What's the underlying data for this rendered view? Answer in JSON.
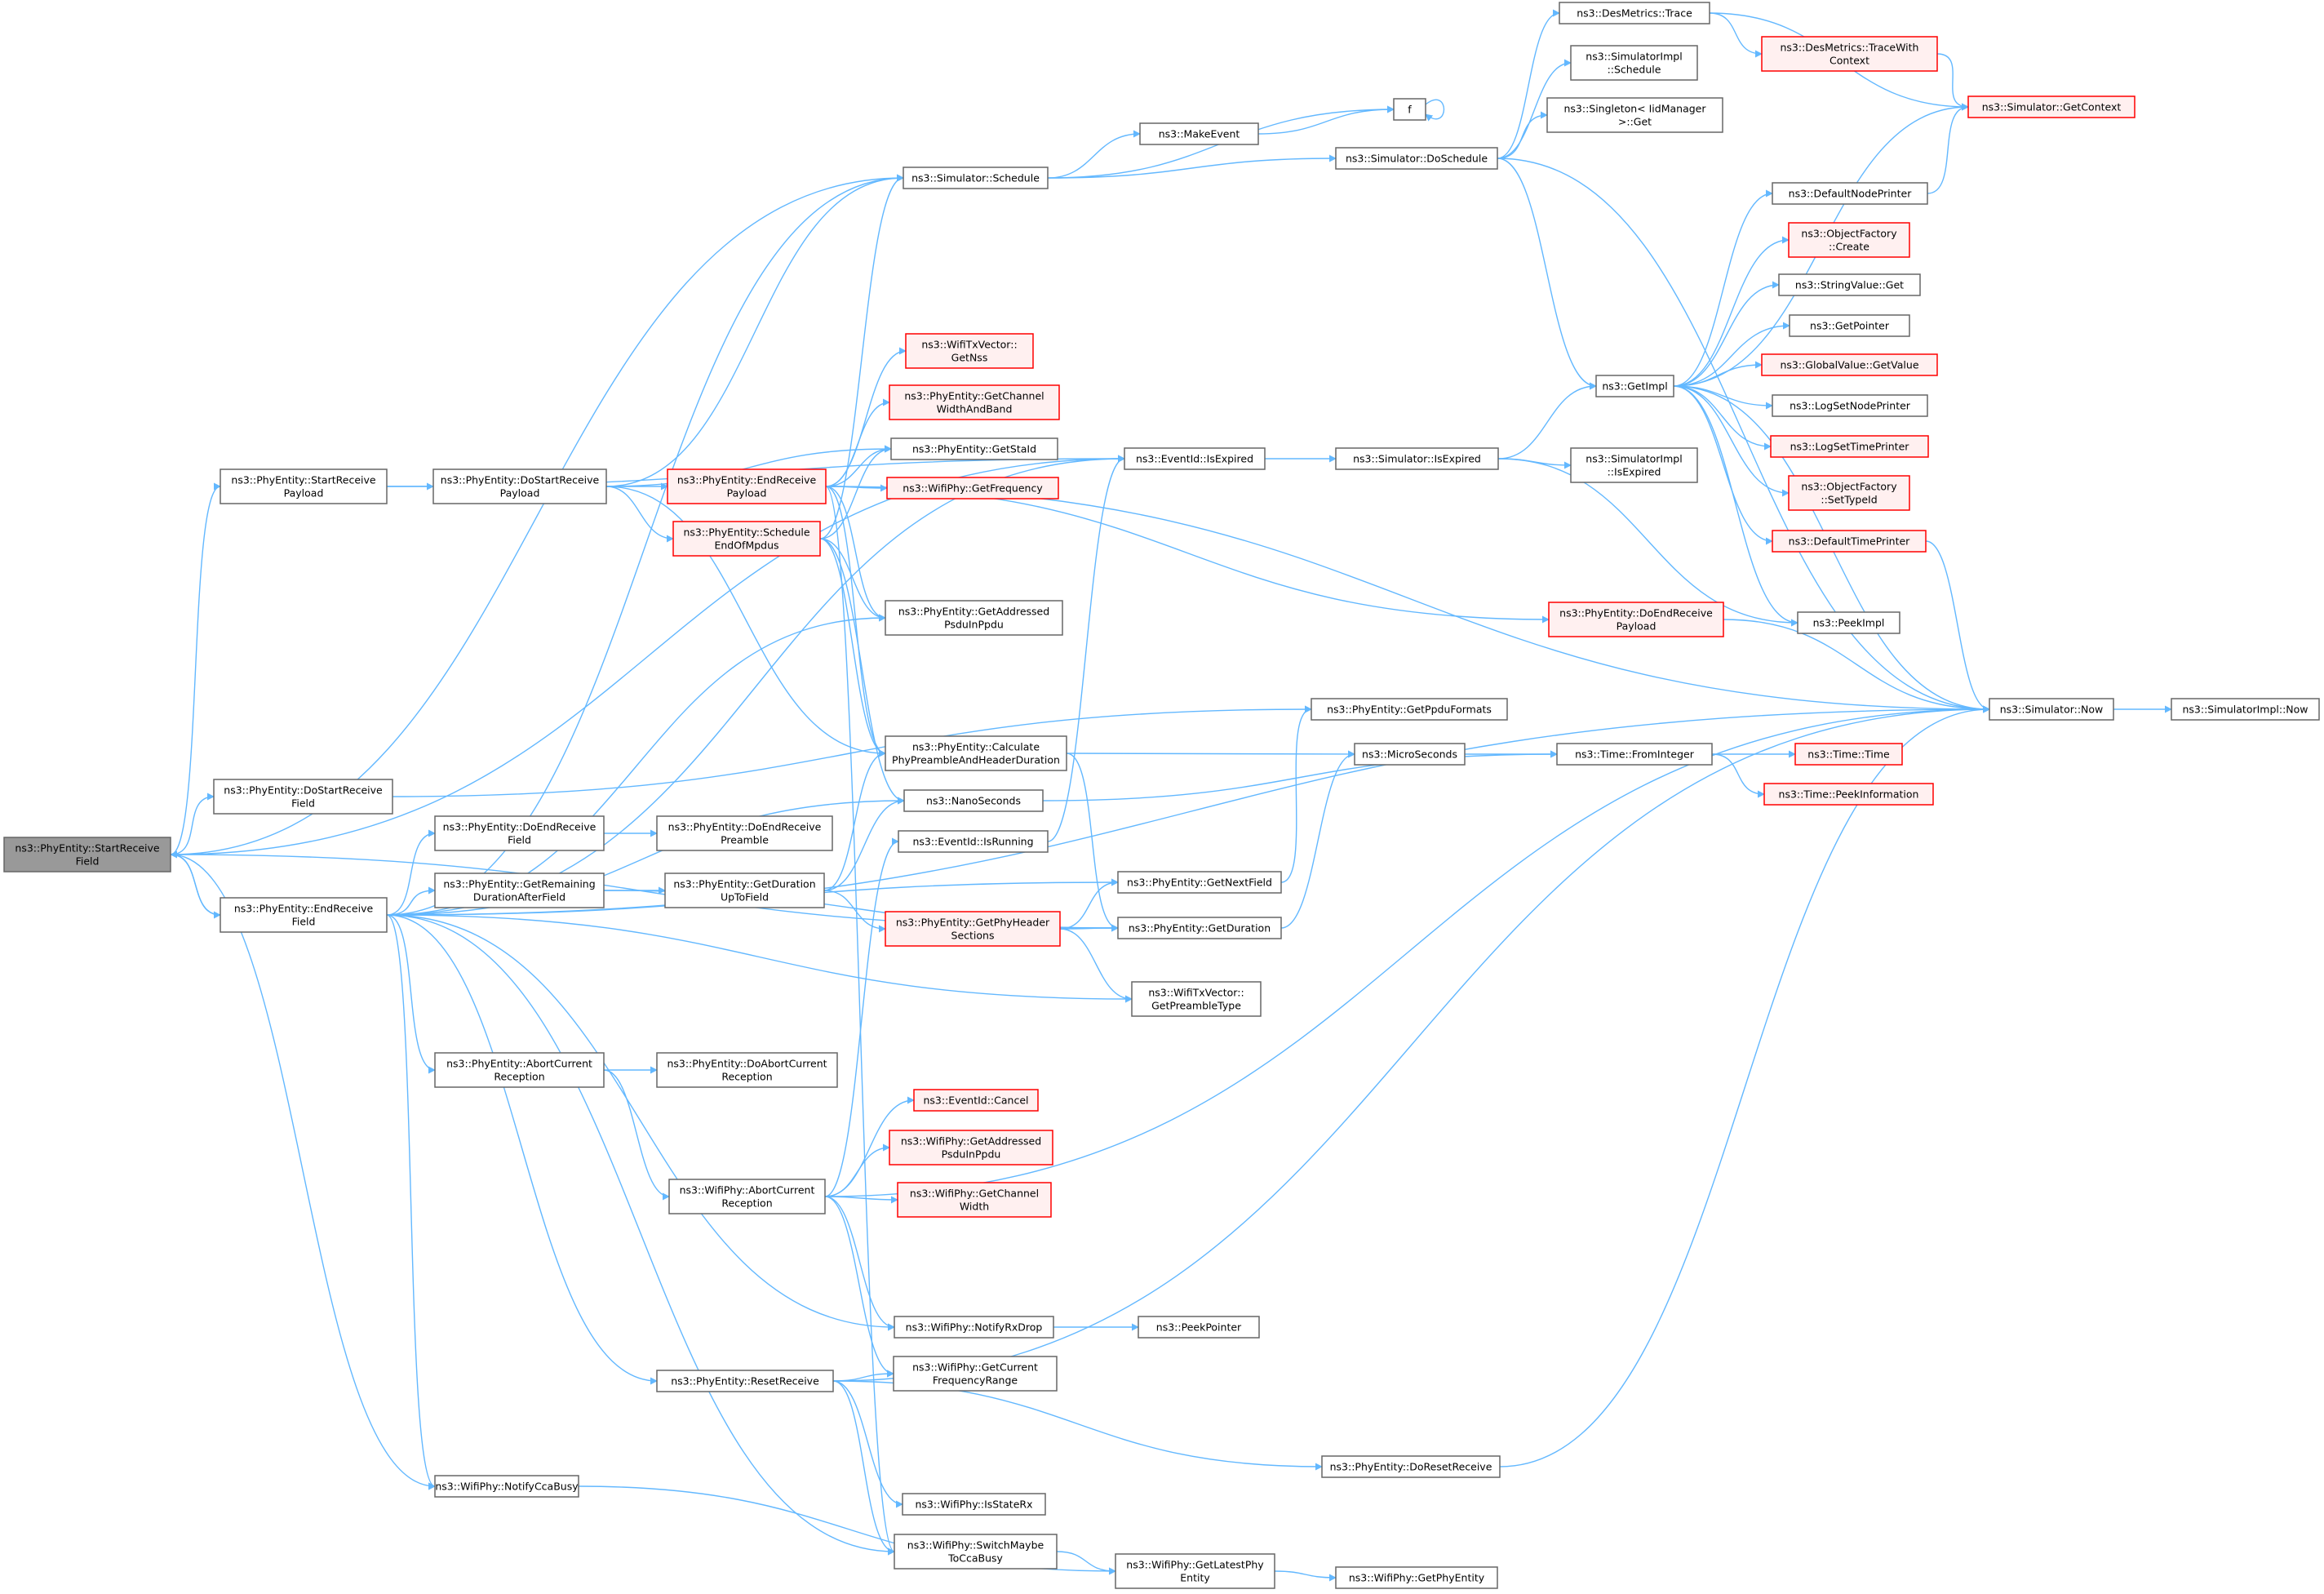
{
  "colors": {
    "edge": "#63b8ff",
    "node_border": "#666666",
    "node_fill": "#ffffff",
    "partial_border": "#ff0000",
    "partial_fill": "#fff0f0",
    "root_fill": "#999999",
    "text": "#000000"
  },
  "nodes": [
    {
      "id": "start_receive_field",
      "lines": [
        "ns3::PhyEntity::StartReceive",
        "Field"
      ],
      "style": "root"
    },
    {
      "id": "start_receive_payload",
      "lines": [
        "ns3::PhyEntity::StartReceive",
        "Payload"
      ],
      "style": "normal"
    },
    {
      "id": "do_start_receive_field",
      "lines": [
        "ns3::PhyEntity::DoStartReceive",
        "Field"
      ],
      "style": "normal"
    },
    {
      "id": "end_receive_field",
      "lines": [
        "ns3::PhyEntity::EndReceive",
        "Field"
      ],
      "style": "normal"
    },
    {
      "id": "notify_cca_busy",
      "lines": [
        "ns3::WifiPhy::NotifyCcaBusy"
      ],
      "style": "normal"
    },
    {
      "id": "do_start_receive_payload",
      "lines": [
        "ns3::PhyEntity::DoStartReceive",
        "Payload"
      ],
      "style": "normal"
    },
    {
      "id": "do_end_receive_field",
      "lines": [
        "ns3::PhyEntity::DoEndReceive",
        "Field"
      ],
      "style": "normal"
    },
    {
      "id": "get_remaining_duration",
      "lines": [
        "ns3::PhyEntity::GetRemaining",
        "DurationAfterField"
      ],
      "style": "normal"
    },
    {
      "id": "abort_current_reception_pe",
      "lines": [
        "ns3::PhyEntity::AbortCurrent",
        "Reception"
      ],
      "style": "normal"
    },
    {
      "id": "reset_receive",
      "lines": [
        "ns3::PhyEntity::ResetReceive"
      ],
      "style": "normal"
    },
    {
      "id": "do_end_receive_preamble",
      "lines": [
        "ns3::PhyEntity::DoEndReceive",
        "Preamble"
      ],
      "style": "normal"
    },
    {
      "id": "get_duration_up_to_field",
      "lines": [
        "ns3::PhyEntity::GetDuration",
        "UpToField"
      ],
      "style": "normal"
    },
    {
      "id": "do_abort_current_reception",
      "lines": [
        "ns3::PhyEntity::DoAbortCurrent",
        "Reception"
      ],
      "style": "normal"
    },
    {
      "id": "abort_current_reception_wp",
      "lines": [
        "ns3::WifiPhy::AbortCurrent",
        "Reception"
      ],
      "style": "normal"
    },
    {
      "id": "end_receive_payload",
      "lines": [
        "ns3::PhyEntity::EndReceive",
        "Payload"
      ],
      "style": "partial"
    },
    {
      "id": "schedule_end_of_mpdus",
      "lines": [
        "ns3::PhyEntity::Schedule",
        "EndOfMpdus"
      ],
      "style": "partial"
    },
    {
      "id": "get_nss",
      "lines": [
        "ns3::WifiTxVector::",
        "GetNss"
      ],
      "style": "partial"
    },
    {
      "id": "get_channel_width_and_band",
      "lines": [
        "ns3::PhyEntity::GetChannel",
        "WidthAndBand"
      ],
      "style": "partial"
    },
    {
      "id": "get_sta_id",
      "lines": [
        "ns3::PhyEntity::GetStaId"
      ],
      "style": "normal"
    },
    {
      "id": "get_frequency",
      "lines": [
        "ns3::WifiPhy::GetFrequency"
      ],
      "style": "partial"
    },
    {
      "id": "get_addressed_psdu_pe",
      "lines": [
        "ns3::PhyEntity::GetAddressed",
        "PsduInPpdu"
      ],
      "style": "normal"
    },
    {
      "id": "calculate_phy_preamble",
      "lines": [
        "ns3::PhyEntity::Calculate",
        "PhyPreambleAndHeaderDuration"
      ],
      "style": "normal"
    },
    {
      "id": "nano_seconds",
      "lines": [
        "ns3::NanoSeconds"
      ],
      "style": "normal"
    },
    {
      "id": "event_is_running",
      "lines": [
        "ns3::EventId::IsRunning"
      ],
      "style": "normal"
    },
    {
      "id": "get_phy_header_sections",
      "lines": [
        "ns3::PhyEntity::GetPhyHeader",
        "Sections"
      ],
      "style": "partial"
    },
    {
      "id": "event_cancel",
      "lines": [
        "ns3::EventId::Cancel"
      ],
      "style": "partial"
    },
    {
      "id": "get_addressed_psdu_wp",
      "lines": [
        "ns3::WifiPhy::GetAddressed",
        "PsduInPpdu"
      ],
      "style": "partial"
    },
    {
      "id": "get_channel_width",
      "lines": [
        "ns3::WifiPhy::GetChannel",
        "Width"
      ],
      "style": "partial"
    },
    {
      "id": "notify_rx_drop",
      "lines": [
        "ns3::WifiPhy::NotifyRxDrop"
      ],
      "style": "normal"
    },
    {
      "id": "get_current_frequency_range",
      "lines": [
        "ns3::WifiPhy::GetCurrent",
        "FrequencyRange"
      ],
      "style": "normal"
    },
    {
      "id": "is_state_rx",
      "lines": [
        "ns3::WifiPhy::IsStateRx"
      ],
      "style": "normal"
    },
    {
      "id": "switch_maybe_to_cca_busy",
      "lines": [
        "ns3::WifiPhy::SwitchMaybe",
        "ToCcaBusy"
      ],
      "style": "normal"
    },
    {
      "id": "simulator_schedule",
      "lines": [
        "ns3::Simulator::Schedule"
      ],
      "style": "normal"
    },
    {
      "id": "event_is_expired",
      "lines": [
        "ns3::EventId::IsExpired"
      ],
      "style": "normal"
    },
    {
      "id": "get_next_field",
      "lines": [
        "ns3::PhyEntity::GetNextField"
      ],
      "style": "normal"
    },
    {
      "id": "get_duration",
      "lines": [
        "ns3::PhyEntity::GetDuration"
      ],
      "style": "normal"
    },
    {
      "id": "get_preamble_type",
      "lines": [
        "ns3::WifiTxVector::",
        "GetPreambleType"
      ],
      "style": "normal"
    },
    {
      "id": "peek_pointer",
      "lines": [
        "ns3::PeekPointer"
      ],
      "style": "normal"
    },
    {
      "id": "get_latest_phy_entity",
      "lines": [
        "ns3::WifiPhy::GetLatestPhy",
        "Entity"
      ],
      "style": "normal"
    },
    {
      "id": "make_event",
      "lines": [
        "ns3::MakeEvent"
      ],
      "style": "normal"
    },
    {
      "id": "f",
      "lines": [
        "f"
      ],
      "style": "normal"
    },
    {
      "id": "simulator_do_schedule",
      "lines": [
        "ns3::Simulator::DoSchedule"
      ],
      "style": "normal"
    },
    {
      "id": "simulator_is_expired",
      "lines": [
        "ns3::Simulator::IsExpired"
      ],
      "style": "normal"
    },
    {
      "id": "do_end_receive_payload",
      "lines": [
        "ns3::PhyEntity::DoEndReceive",
        "Payload"
      ],
      "style": "partial"
    },
    {
      "id": "get_ppdu_formats",
      "lines": [
        "ns3::PhyEntity::GetPpduFormats"
      ],
      "style": "normal"
    },
    {
      "id": "micro_seconds",
      "lines": [
        "ns3::MicroSeconds"
      ],
      "style": "normal"
    },
    {
      "id": "do_reset_receive",
      "lines": [
        "ns3::PhyEntity::DoResetReceive"
      ],
      "style": "normal"
    },
    {
      "id": "get_phy_entity",
      "lines": [
        "ns3::WifiPhy::GetPhyEntity"
      ],
      "style": "normal"
    },
    {
      "id": "des_metrics_trace",
      "lines": [
        "ns3::DesMetrics::Trace"
      ],
      "style": "normal"
    },
    {
      "id": "simulator_impl_schedule",
      "lines": [
        "ns3::SimulatorImpl",
        "::Schedule"
      ],
      "style": "normal"
    },
    {
      "id": "singleton_get",
      "lines": [
        "ns3::Singleton< IidManager",
        ">::Get"
      ],
      "style": "normal"
    },
    {
      "id": "get_impl",
      "lines": [
        "ns3::GetImpl"
      ],
      "style": "normal"
    },
    {
      "id": "simulator_impl_is_expired",
      "lines": [
        "ns3::SimulatorImpl",
        "::IsExpired"
      ],
      "style": "normal"
    },
    {
      "id": "time_from_integer",
      "lines": [
        "ns3::Time::FromInteger"
      ],
      "style": "normal"
    },
    {
      "id": "des_metrics_trace_with_context",
      "lines": [
        "ns3::DesMetrics::TraceWith",
        "Context"
      ],
      "style": "partial"
    },
    {
      "id": "default_node_printer",
      "lines": [
        "ns3::DefaultNodePrinter"
      ],
      "style": "normal"
    },
    {
      "id": "object_factory_create",
      "lines": [
        "ns3::ObjectFactory",
        "::Create"
      ],
      "style": "partial"
    },
    {
      "id": "string_value_get",
      "lines": [
        "ns3::StringValue::Get"
      ],
      "style": "normal"
    },
    {
      "id": "get_pointer",
      "lines": [
        "ns3::GetPointer"
      ],
      "style": "normal"
    },
    {
      "id": "global_value_get_value",
      "lines": [
        "ns3::GlobalValue::GetValue"
      ],
      "style": "partial"
    },
    {
      "id": "log_set_node_printer",
      "lines": [
        "ns3::LogSetNodePrinter"
      ],
      "style": "normal"
    },
    {
      "id": "log_set_time_printer",
      "lines": [
        "ns3::LogSetTimePrinter"
      ],
      "style": "partial"
    },
    {
      "id": "object_factory_set_type_id",
      "lines": [
        "ns3::ObjectFactory",
        "::SetTypeId"
      ],
      "style": "partial"
    },
    {
      "id": "default_time_printer",
      "lines": [
        "ns3::DefaultTimePrinter"
      ],
      "style": "partial"
    },
    {
      "id": "peek_impl",
      "lines": [
        "ns3::PeekImpl"
      ],
      "style": "normal"
    },
    {
      "id": "time_time",
      "lines": [
        "ns3::Time::Time"
      ],
      "style": "partial"
    },
    {
      "id": "time_peek_information",
      "lines": [
        "ns3::Time::PeekInformation"
      ],
      "style": "partial"
    },
    {
      "id": "simulator_get_context",
      "lines": [
        "ns3::Simulator::GetContext"
      ],
      "style": "partial"
    },
    {
      "id": "simulator_now",
      "lines": [
        "ns3::Simulator::Now"
      ],
      "style": "normal"
    },
    {
      "id": "simulator_impl_now",
      "lines": [
        "ns3::SimulatorImpl::Now"
      ],
      "style": "normal"
    }
  ],
  "edges": [
    [
      "start_receive_field",
      "start_receive_payload"
    ],
    [
      "start_receive_field",
      "do_start_receive_field"
    ],
    [
      "start_receive_field",
      "end_receive_field"
    ],
    [
      "start_receive_field",
      "notify_cca_busy"
    ],
    [
      "start_receive_field",
      "simulator_schedule"
    ],
    [
      "start_receive_field",
      "event_is_expired"
    ],
    [
      "start_receive_field",
      "get_duration"
    ],
    [
      "start_receive_payload",
      "do_start_receive_payload"
    ],
    [
      "start_receive_payload",
      "event_is_expired"
    ],
    [
      "do_start_receive_field",
      "get_ppdu_formats"
    ],
    [
      "end_receive_field",
      "start_receive_field"
    ],
    [
      "end_receive_field",
      "do_end_receive_field"
    ],
    [
      "end_receive_field",
      "get_remaining_duration"
    ],
    [
      "end_receive_field",
      "abort_current_reception_pe"
    ],
    [
      "end_receive_field",
      "reset_receive"
    ],
    [
      "end_receive_field",
      "notify_cca_busy"
    ],
    [
      "end_receive_field",
      "simulator_schedule"
    ],
    [
      "end_receive_field",
      "event_is_expired"
    ],
    [
      "end_receive_field",
      "get_addressed_psdu_pe"
    ],
    [
      "end_receive_field",
      "nano_seconds"
    ],
    [
      "end_receive_field",
      "get_next_field"
    ],
    [
      "end_receive_field",
      "get_preamble_type"
    ],
    [
      "end_receive_field",
      "notify_rx_drop"
    ],
    [
      "end_receive_field",
      "switch_maybe_to_cca_busy"
    ],
    [
      "end_receive_field",
      "simulator_now"
    ],
    [
      "do_start_receive_payload",
      "end_receive_payload"
    ],
    [
      "do_start_receive_payload",
      "schedule_end_of_mpdus"
    ],
    [
      "do_start_receive_payload",
      "get_sta_id"
    ],
    [
      "do_start_receive_payload",
      "simulator_schedule"
    ],
    [
      "do_start_receive_payload",
      "calculate_phy_preamble"
    ],
    [
      "do_end_receive_field",
      "do_end_receive_preamble"
    ],
    [
      "get_remaining_duration",
      "get_duration_up_to_field"
    ],
    [
      "get_remaining_duration",
      "get_duration"
    ],
    [
      "get_duration_up_to_field",
      "calculate_phy_preamble"
    ],
    [
      "get_duration_up_to_field",
      "nano_seconds"
    ],
    [
      "get_duration_up_to_field",
      "get_phy_header_sections"
    ],
    [
      "abort_current_reception_pe",
      "do_abort_current_reception"
    ],
    [
      "abort_current_reception_pe",
      "abort_current_reception_wp"
    ],
    [
      "abort_current_reception_wp",
      "event_is_running"
    ],
    [
      "abort_current_reception_wp",
      "event_cancel"
    ],
    [
      "abort_current_reception_wp",
      "get_addressed_psdu_wp"
    ],
    [
      "abort_current_reception_wp",
      "get_channel_width"
    ],
    [
      "abort_current_reception_wp",
      "notify_rx_drop"
    ],
    [
      "abort_current_reception_wp",
      "get_current_frequency_range"
    ],
    [
      "abort_current_reception_wp",
      "simulator_now"
    ],
    [
      "reset_receive",
      "get_current_frequency_range"
    ],
    [
      "reset_receive",
      "is_state_rx"
    ],
    [
      "reset_receive",
      "switch_maybe_to_cca_busy"
    ],
    [
      "reset_receive",
      "do_reset_receive"
    ],
    [
      "reset_receive",
      "simulator_now"
    ],
    [
      "end_receive_payload",
      "get_nss"
    ],
    [
      "end_receive_payload",
      "get_channel_width_and_band"
    ],
    [
      "end_receive_payload",
      "get_sta_id"
    ],
    [
      "end_receive_payload",
      "get_frequency"
    ],
    [
      "end_receive_payload",
      "get_addressed_psdu_pe"
    ],
    [
      "end_receive_payload",
      "calculate_phy_preamble"
    ],
    [
      "end_receive_payload",
      "do_end_receive_payload"
    ],
    [
      "end_receive_payload",
      "simulator_now"
    ],
    [
      "end_receive_payload",
      "switch_maybe_to_cca_busy"
    ],
    [
      "schedule_end_of_mpdus",
      "simulator_schedule"
    ],
    [
      "schedule_end_of_mpdus",
      "get_sta_id"
    ],
    [
      "schedule_end_of_mpdus",
      "get_addressed_psdu_pe"
    ],
    [
      "schedule_end_of_mpdus",
      "calculate_phy_preamble"
    ],
    [
      "schedule_end_of_mpdus",
      "nano_seconds"
    ],
    [
      "calculate_phy_preamble",
      "micro_seconds"
    ],
    [
      "calculate_phy_preamble",
      "get_duration"
    ],
    [
      "nano_seconds",
      "time_from_integer"
    ],
    [
      "event_is_running",
      "event_is_expired"
    ],
    [
      "get_phy_header_sections",
      "get_next_field"
    ],
    [
      "get_phy_header_sections",
      "get_duration"
    ],
    [
      "get_phy_header_sections",
      "get_preamble_type"
    ],
    [
      "get_next_field",
      "get_ppdu_formats"
    ],
    [
      "get_duration",
      "micro_seconds"
    ],
    [
      "notify_rx_drop",
      "peek_pointer"
    ],
    [
      "switch_maybe_to_cca_busy",
      "get_latest_phy_entity"
    ],
    [
      "notify_cca_busy",
      "get_latest_phy_entity"
    ],
    [
      "get_latest_phy_entity",
      "get_phy_entity"
    ],
    [
      "simulator_schedule",
      "make_event"
    ],
    [
      "simulator_schedule",
      "f"
    ],
    [
      "simulator_schedule",
      "simulator_do_schedule"
    ],
    [
      "make_event",
      "f"
    ],
    [
      "f",
      "f"
    ],
    [
      "simulator_do_schedule",
      "des_metrics_trace"
    ],
    [
      "simulator_do_schedule",
      "simulator_impl_schedule"
    ],
    [
      "simulator_do_schedule",
      "singleton_get"
    ],
    [
      "simulator_do_schedule",
      "get_impl"
    ],
    [
      "simulator_do_schedule",
      "simulator_now"
    ],
    [
      "event_is_expired",
      "simulator_is_expired"
    ],
    [
      "simulator_is_expired",
      "get_impl"
    ],
    [
      "simulator_is_expired",
      "simulator_impl_is_expired"
    ],
    [
      "simulator_is_expired",
      "peek_impl"
    ],
    [
      "do_end_receive_payload",
      "simulator_now"
    ],
    [
      "micro_seconds",
      "time_from_integer"
    ],
    [
      "do_reset_receive",
      "simulator_now"
    ],
    [
      "des_metrics_trace",
      "des_metrics_trace_with_context"
    ],
    [
      "des_metrics_trace",
      "simulator_get_context"
    ],
    [
      "des_metrics_trace_with_context",
      "simulator_get_context"
    ],
    [
      "get_impl",
      "simulator_get_context"
    ],
    [
      "get_impl",
      "default_node_printer"
    ],
    [
      "get_impl",
      "object_factory_create"
    ],
    [
      "get_impl",
      "string_value_get"
    ],
    [
      "get_impl",
      "get_pointer"
    ],
    [
      "get_impl",
      "global_value_get_value"
    ],
    [
      "get_impl",
      "log_set_node_printer"
    ],
    [
      "get_impl",
      "log_set_time_printer"
    ],
    [
      "get_impl",
      "object_factory_set_type_id"
    ],
    [
      "get_impl",
      "default_time_printer"
    ],
    [
      "get_impl",
      "peek_impl"
    ],
    [
      "get_impl",
      "simulator_now"
    ],
    [
      "default_node_printer",
      "simulator_get_context"
    ],
    [
      "default_time_printer",
      "simulator_now"
    ],
    [
      "time_from_integer",
      "time_time"
    ],
    [
      "time_from_integer",
      "time_peek_information"
    ],
    [
      "simulator_now",
      "simulator_impl_now"
    ]
  ]
}
